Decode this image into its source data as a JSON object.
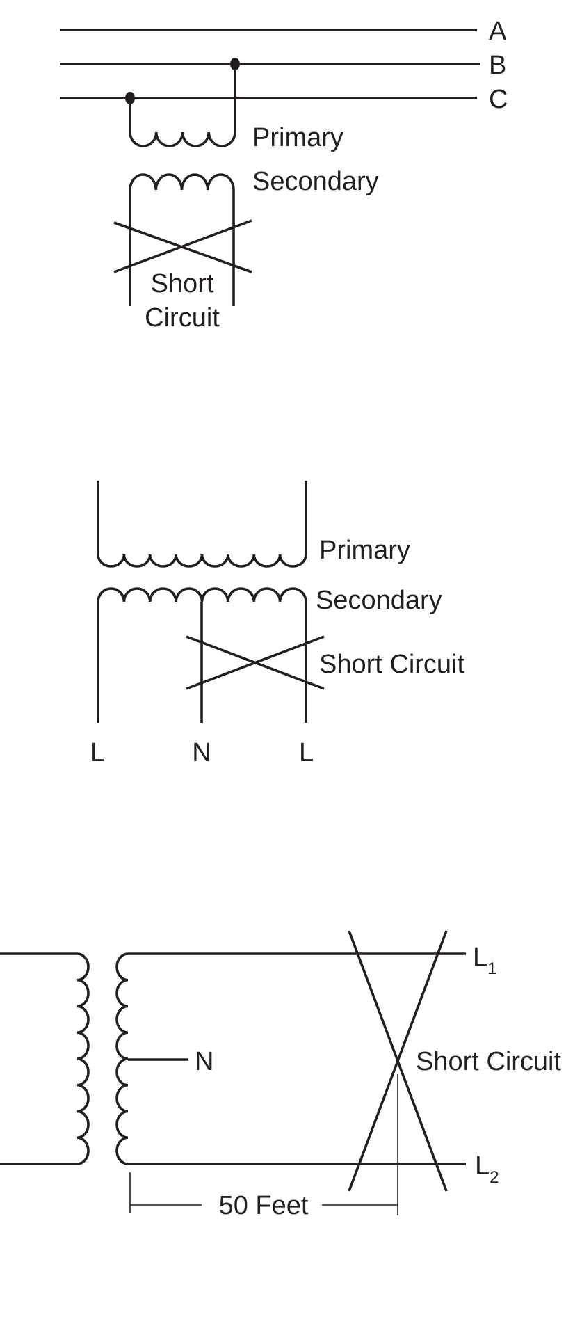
{
  "diagram1": {
    "phase_labels": [
      "A",
      "B",
      "C"
    ],
    "primary_label": "Primary",
    "secondary_label": "Secondary",
    "short_label_line1": "Short",
    "short_label_line2": "Circuit"
  },
  "diagram2": {
    "primary_label": "Primary",
    "secondary_label": "Secondary",
    "short_label": "Short Circuit",
    "terminal_left": "L",
    "terminal_neutral": "N",
    "terminal_right": "L"
  },
  "diagram3": {
    "neutral_label": "N",
    "line1_label": "L",
    "line1_sub": "1",
    "line2_label": "L",
    "line2_sub": "2",
    "short_label": "Short Circuit",
    "distance_label": "50 Feet"
  },
  "colors": {
    "ink": "#231f20",
    "background": "#ffffff"
  }
}
